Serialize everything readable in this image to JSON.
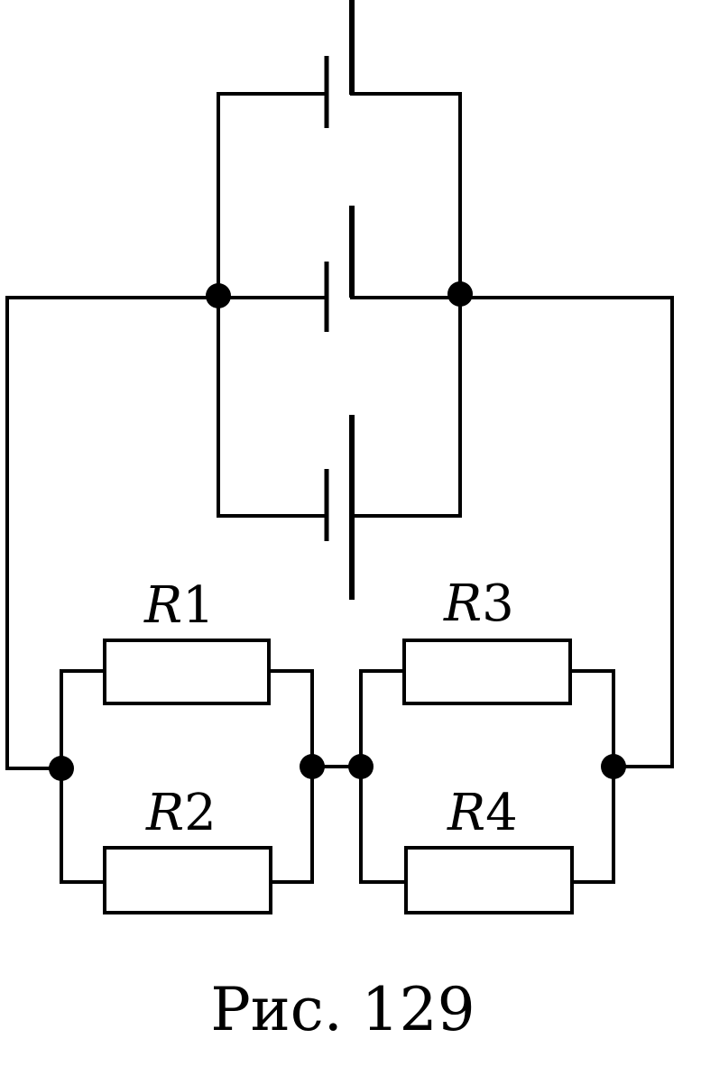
{
  "diagram": {
    "type": "electrical-circuit",
    "resistors": [
      {
        "id": "R1",
        "letter": "R",
        "number": "1"
      },
      {
        "id": "R2",
        "letter": "R",
        "number": "2"
      },
      {
        "id": "R3",
        "letter": "R",
        "number": "3"
      },
      {
        "id": "R4",
        "letter": "R",
        "number": "4"
      }
    ],
    "battery_cells": 3,
    "caption": "Рис. 129"
  }
}
